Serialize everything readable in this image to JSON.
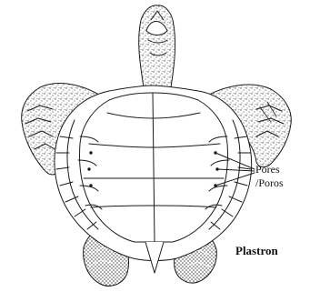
{
  "diagram": {
    "label_pores": "Pores",
    "label_poros": "/Poros",
    "label_plastron": "Plastron",
    "ink_color": "#1a1a1a",
    "stipple_color": "#555555"
  }
}
